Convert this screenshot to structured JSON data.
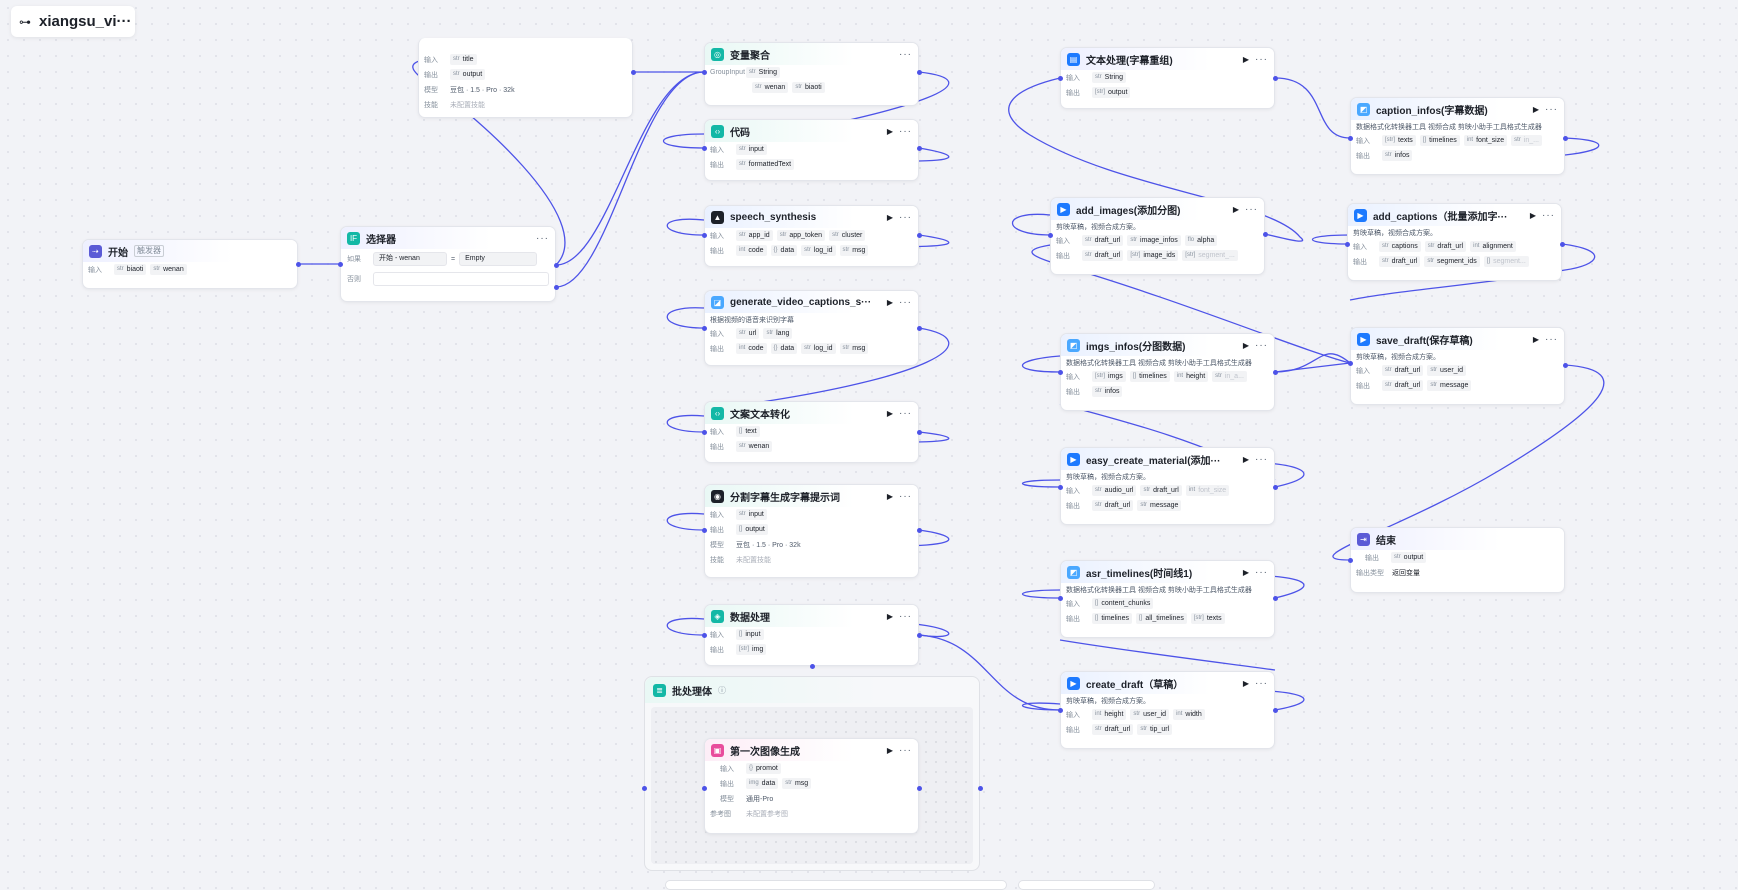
{
  "workflow": {
    "name": "xiangsu_vi···"
  },
  "colors": {
    "edge": "#4d53e8",
    "port": "#4d53e8",
    "canvas": "#f2f3f7"
  },
  "common": {
    "input": "输入",
    "output": "输出",
    "model": "模型",
    "skill": "技能",
    "run": "▶",
    "more": "···"
  },
  "nodes": {
    "start": {
      "title": "开始",
      "badge": "触发器",
      "inputs": [
        "biaoti",
        "wenan"
      ]
    },
    "selector": {
      "title": "选择器",
      "if_label": "如果",
      "left": "开始 - wenan",
      "op": "=",
      "right": "Empty",
      "else_label": "否则"
    },
    "llm_top": {
      "input": "title",
      "output": "output",
      "model": "豆包 · 1.5 · Pro · 32k",
      "skill": "未配置技能"
    },
    "var_agg": {
      "title": "变量聚合",
      "group_label": "GroupInput",
      "group_type": "String",
      "items": [
        "wenan",
        "biaoti"
      ]
    },
    "code": {
      "title": "代码",
      "input": "input",
      "output": "formattedText"
    },
    "speech": {
      "title": "speech_synthesis",
      "inputs": [
        "app_id",
        "app_token",
        "cluster"
      ],
      "outputs": [
        "code",
        "data",
        "log_id",
        "msg"
      ]
    },
    "gen_captions": {
      "title": "generate_video_captions_s···",
      "desc": "根据视频的语音来识别字幕",
      "inputs": [
        "url",
        "lang"
      ],
      "outputs": [
        "code",
        "data",
        "log_id",
        "msg"
      ]
    },
    "copy_convert": {
      "title": "文案文本转化",
      "input": "text",
      "output": "wenan"
    },
    "split_caption": {
      "title": "分割字幕生成字幕提示词",
      "input": "input",
      "output": "output",
      "model": "豆包 · 1.5 · Pro · 32k",
      "skill": "未配置技能"
    },
    "data_proc": {
      "title": "数据处理",
      "input": "input",
      "output": "img"
    },
    "batch": {
      "title": "批处理体"
    },
    "first_image": {
      "title": "第一次图像生成",
      "input": "promot",
      "outputs": [
        "data",
        "msg"
      ],
      "model": "通用-Pro",
      "ref_label": "参考图",
      "ref_value": "未配置参考图"
    },
    "text_proc": {
      "title": "文本处理(字幕重组)",
      "input": "String",
      "output": "output"
    },
    "add_images": {
      "title": "add_images(添加分图)",
      "desc": "剪映草稿，视频合成方案。",
      "inputs": [
        "draft_url",
        "image_infos",
        "alpha"
      ],
      "outputs": [
        "draft_url",
        "image_ids",
        "segment_..."
      ]
    },
    "imgs_infos": {
      "title": "imgs_infos(分图数据)",
      "desc": "数据格式化转换器工具 视频合成 剪映小助手工具格式生成器",
      "inputs": [
        "imgs",
        "timelines",
        "height",
        "in_a..."
      ],
      "output": "infos"
    },
    "easy_create": {
      "title": "easy_create_material(添加···",
      "desc": "剪映草稿，视频合成方案。",
      "inputs": [
        "audio_url",
        "draft_url",
        "font_size"
      ],
      "outputs": [
        "draft_url",
        "message"
      ]
    },
    "asr_timelines": {
      "title": "asr_timelines(时间线1)",
      "desc": "数据格式化转换器工具 视频合成 剪映小助手工具格式生成器",
      "input": "content_chunks",
      "outputs": [
        "timelines",
        "all_timelines",
        "texts"
      ]
    },
    "create_draft": {
      "title": "create_draft（草稿）",
      "desc": "剪映草稿，视频合成方案。",
      "inputs": [
        "height",
        "user_id",
        "width"
      ],
      "outputs": [
        "draft_url",
        "tip_url"
      ]
    },
    "caption_infos": {
      "title": "caption_infos(字幕数据)",
      "desc": "数据格式化转换器工具 视频合成 剪映小助手工具格式生成器",
      "inputs": [
        "texts",
        "timelines",
        "font_size",
        "in_..."
      ],
      "output": "infos"
    },
    "add_captions": {
      "title": "add_captions（批量添加字···",
      "desc": "剪映草稿，视频合成方案。",
      "inputs": [
        "captions",
        "draft_url",
        "alignment"
      ],
      "outputs": [
        "draft_url",
        "segment_ids",
        "segment..."
      ]
    },
    "save_draft": {
      "title": "save_draft(保存草稿)",
      "desc": "剪映草稿，视频合成方案。",
      "inputs": [
        "draft_url",
        "user_id"
      ],
      "outputs": [
        "draft_url",
        "message"
      ]
    },
    "end": {
      "title": "结束",
      "output_label": "输出",
      "output": "output",
      "type_label": "输出类型",
      "type": "返回变量"
    }
  }
}
